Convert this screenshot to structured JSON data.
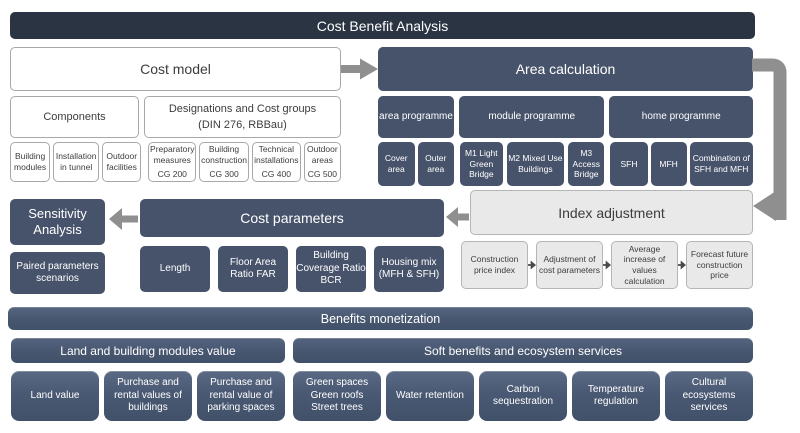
{
  "title": "Cost Benefit Analysis",
  "cost_model": {
    "title": "Cost model",
    "components": {
      "title": "Components",
      "items": [
        "Building modules",
        "Installation in tunnel",
        "Outdoor facilities"
      ]
    },
    "designations": {
      "title": "Designations and Cost groups",
      "subtitle": "(DIN 276, RBBau)",
      "items": [
        {
          "label": "Preparatory measures",
          "cg": "CG 200"
        },
        {
          "label": "Building construction",
          "cg": "CG 300"
        },
        {
          "label": "Technical installations",
          "cg": "CG 400"
        },
        {
          "label": "Outdoor areas",
          "cg": "CG 500"
        }
      ]
    }
  },
  "area_calculation": {
    "title": "Area calculation",
    "programmes": [
      {
        "label": "area programme",
        "items": [
          "Cover area",
          "Outer area"
        ]
      },
      {
        "label": "module programme",
        "items": [
          "M1 Light Green Bridge",
          "M2 Mixed Use Buildings",
          "M3 Access Bridge"
        ]
      },
      {
        "label": "home programme",
        "items": [
          "SFH",
          "MFH",
          "Combination of SFH and MFH"
        ]
      }
    ]
  },
  "index_adjustment": {
    "title": "Index adjustment",
    "steps": [
      "Construction price index",
      "Adjustment of cost parameters",
      "Average increase of values calculation",
      "Forecast future construction price"
    ]
  },
  "cost_parameters": {
    "title": "Cost parameters",
    "items": [
      "Length",
      "Floor Area Ratio FAR",
      "Building Coverage Ratio BCR",
      "Housing mix (MFH & SFH)"
    ]
  },
  "sensitivity_analysis": {
    "title": "Sensitivity Analysis",
    "item": "Paired parameters scenarios"
  },
  "benefits_monetization": {
    "title": "Benefits monetization",
    "groups": [
      {
        "label": "Land and building modules value",
        "items": [
          "Land value",
          "Purchase and rental values of buildings",
          "Purchase and rental value of parking spaces"
        ]
      },
      {
        "label": "Soft benefits and ecosystem services",
        "items": [
          "Green spaces\nGreen roofs\nStreet trees",
          "Water retention",
          "Carbon sequestration",
          "Temperature regulation",
          "Cultural ecosystems services"
        ]
      }
    ]
  },
  "colors": {
    "title_bar": "#2a3442",
    "slate_box": "#47536b",
    "benefit_gradient_top": "#5b6a84",
    "benefit_gradient_bottom": "#42516a",
    "light_gray_box": "#e9e9e9",
    "arrow_gray": "#8f8f8f",
    "step_arrow_dark": "#4a4a4a"
  }
}
